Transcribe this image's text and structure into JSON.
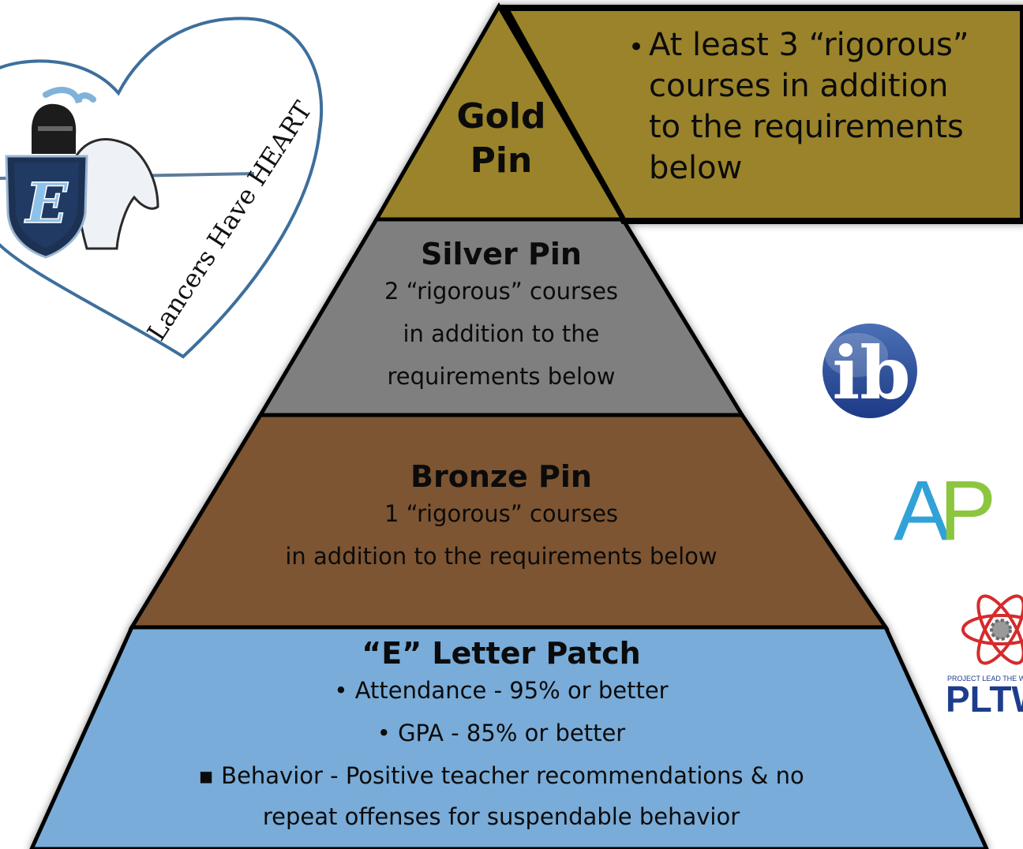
{
  "heart_logo": {
    "caption": "Lancers Have HEART",
    "shield_letter": "E"
  },
  "gold": {
    "title_line1": "Gold",
    "title_line2": "Pin",
    "callout_bullet": "•",
    "callout_lines": [
      "At least 3 “rigorous”",
      "courses in addition",
      "to the requirements",
      "below"
    ],
    "color": "#9a8329"
  },
  "silver": {
    "title": "Silver Pin",
    "lines": [
      "2 “rigorous” courses",
      "in addition to the",
      "requirements below"
    ],
    "color": "#7f7f7f"
  },
  "bronze": {
    "title": "Bronze Pin",
    "lines": [
      "1 “rigorous” courses",
      "in addition to the requirements below"
    ],
    "color": "#7d5431"
  },
  "letter_patch": {
    "title": "“E” Letter Patch",
    "lines": [
      "• Attendance - 95% or better",
      "• GPA - 85% or better",
      "▪  Behavior - Positive teacher recommendations & no",
      "repeat offenses for suspendable behavior"
    ],
    "color": "#79acd8"
  },
  "logos": {
    "ib": "ib",
    "ap": "AP",
    "pltw_small": "PROJECT LEAD THE WAY",
    "pltw": "PLTW"
  }
}
